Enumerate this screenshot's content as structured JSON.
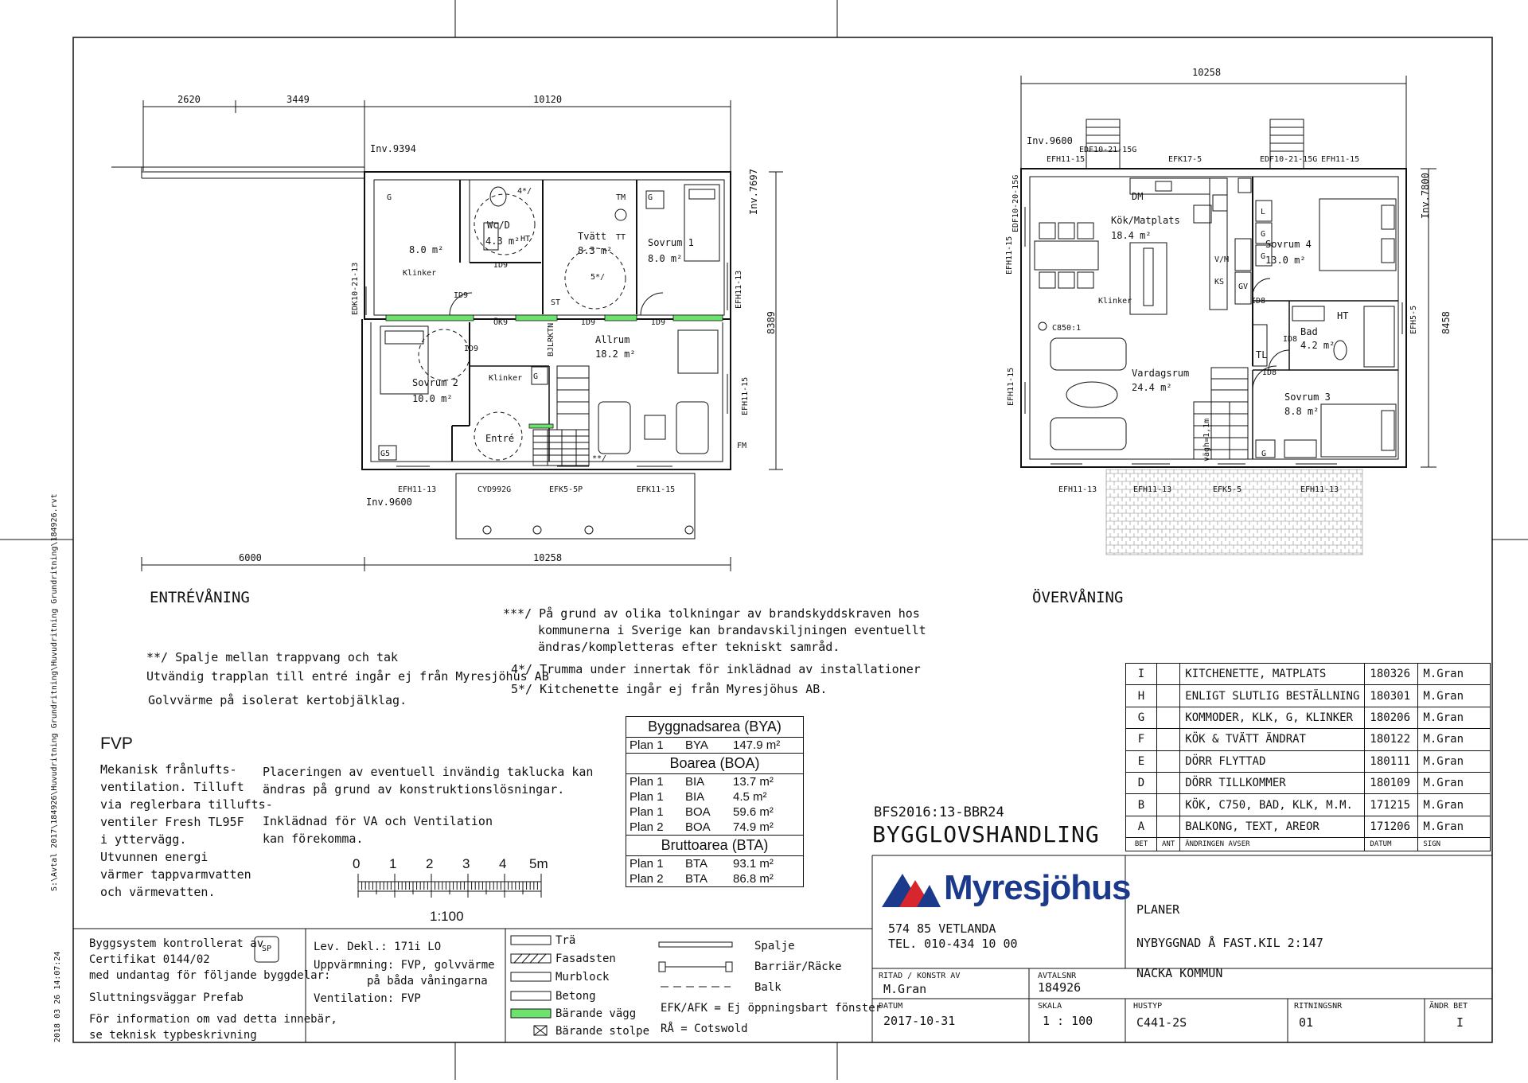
{
  "floor_left": {
    "title": "ENTRÉVÅNING",
    "dims": {
      "d2620": "2620",
      "d3449": "3449",
      "d10120": "10120",
      "d6000": "6000",
      "d10258": "10258",
      "d8389": "8389"
    },
    "inv_top": "Inv.9394",
    "inv_bottom": "Inv.9600",
    "inv_right": "Inv.7697",
    "rooms": {
      "room8_area": "8.0 m²",
      "klinker1": "Klinker",
      "wc_name": "Wc/D",
      "wc_area": "4.3 m²",
      "tvatt_name": "Tvätt",
      "tvatt_area": "8.3 m²",
      "sovrum1_name": "Sovrum 1",
      "sovrum1_area": "8.0 m²",
      "sovrum2_name": "Sovrum 2",
      "sovrum2_area": "10.0 m²",
      "allrum_name": "Allrum",
      "allrum_area": "18.2 m²",
      "entre": "Entré",
      "klinker2": "Klinker"
    },
    "tags": [
      "G",
      "G",
      "G5",
      "ID9",
      "ID9",
      "ID9",
      "ID9",
      "ID9",
      "ÖK9",
      "HT",
      "ST",
      "G",
      "TT",
      "TM",
      "CYD992G",
      "EFH11-13",
      "EFK5-5P",
      "EFK11-15",
      "EFH11-13",
      "EFH11-15",
      "EDK10-21-13",
      "BJLRKTN",
      "FM",
      "4*/",
      "5*/",
      "**/"
    ]
  },
  "floor_right": {
    "title": "ÖVERVÅNING",
    "dims": {
      "d10258": "10258",
      "d8458": "8458"
    },
    "inv_top": "Inv.9600",
    "inv_right": "Inv.7800",
    "rooms": {
      "kok_name": "Kök/Matplats",
      "kok_area": "18.4 m²",
      "klinker": "Klinker",
      "sovrum4_name": "Sovrum 4",
      "sovrum4_area": "13.0 m²",
      "bad_name": "Bad",
      "bad_area": "4.2 m²",
      "vardagsrum_name": "Vardagsrum",
      "vardagsrum_area": "24.4 m²",
      "sovrum3_name": "Sovrum 3",
      "sovrum3_area": "8.8 m²",
      "dm": "DM"
    },
    "tags": [
      "EFH11-15",
      "EDF10-21-15G",
      "EFK17-5",
      "EDF10-21-15G",
      "EFH11-15",
      "EDF10-20-15G",
      "EFH11-15",
      "EFH11-15",
      "EFH5-5",
      "EFH11-13",
      "EFH11-13",
      "EFK5-5",
      "EFH11-13",
      "C850:1",
      "ID8",
      "ID8",
      "ID8",
      "TL",
      "HT",
      "G",
      "L",
      "G",
      "G",
      "V/M",
      "KS",
      "GV",
      "vägh=1,1m"
    ]
  },
  "notes": {
    "n1": "**/ Spalje mellan trappvang och tak",
    "n2": "Utvändig trapplan till entré ingår ej från Myresjöhus AB",
    "n3": "Golvvärme på isolerat kertobjälklag.",
    "n4a": "***/ På grund av olika tolkningar av brandskyddskraven hos",
    "n4b": "kommunerna i Sverige kan brandavskiljningen eventuellt",
    "n4c": "ändras/kompletteras efter tekniskt samråd.",
    "n5": "4*/ Trumma under innertak för inklädnad av installationer",
    "n6": "5*/ Kitchenette ingår ej från Myresjöhus AB."
  },
  "fvp": {
    "title": "FVP",
    "lines": [
      "Mekanisk frånlufts-",
      "ventilation. Tilluft",
      "via reglerbara tillufts-",
      "ventiler Fresh TL95F",
      "i yttervägg.",
      "Utvunnen energi",
      "värmer tappvarmvatten",
      "och värmevatten."
    ]
  },
  "placering": {
    "l1": "Placeringen av eventuell invändig taklucka kan",
    "l2": "ändras på grund av konstruktionslösningar.",
    "l3": "Inklädnad för VA och Ventilation",
    "l4": "kan förekomma."
  },
  "scale_bar": {
    "ticks": [
      "0",
      "1",
      "2",
      "3",
      "4",
      "5m"
    ],
    "label": "1:100"
  },
  "areas": {
    "bya_title": "Byggnadsarea (BYA)",
    "bya": [
      [
        "Plan 1",
        "BYA",
        "147.9 m²"
      ]
    ],
    "boa_title": "Boarea (BOA)",
    "boa": [
      [
        "Plan 1",
        "BIA",
        "13.7 m²"
      ],
      [
        "Plan 1",
        "BIA",
        "4.5 m²"
      ],
      [
        "Plan 1",
        "BOA",
        "59.6 m²"
      ],
      [
        "Plan 2",
        "BOA",
        "74.9 m²"
      ]
    ],
    "bta_title": "Bruttoarea (BTA)",
    "bta": [
      [
        "Plan 1",
        "BTA",
        "93.1 m²"
      ],
      [
        "Plan 2",
        "BTA",
        "86.8 m²"
      ]
    ]
  },
  "revisions": {
    "rows": [
      [
        "I",
        "",
        "KITCHENETTE, MATPLATS",
        "180326",
        "M.Gran"
      ],
      [
        "H",
        "",
        "ENLIGT SLUTLIG BESTÄLLNING",
        "180301",
        "M.Gran"
      ],
      [
        "G",
        "",
        "KOMMODER, KLK, G, KLINKER",
        "180206",
        "M.Gran"
      ],
      [
        "F",
        "",
        "KÖK & TVÄTT ÄNDRAT",
        "180122",
        "M.Gran"
      ],
      [
        "E",
        "",
        "DÖRR FLYTTAD",
        "180111",
        "M.Gran"
      ],
      [
        "D",
        "",
        "DÖRR TILLKOMMER",
        "180109",
        "M.Gran"
      ],
      [
        "B",
        "",
        "KÖK, C750, BAD, KLK, M.M.",
        "171215",
        "M.Gran"
      ],
      [
        "A",
        "",
        "BALKONG, TEXT, AREOR",
        "171206",
        "M.Gran"
      ]
    ],
    "header": [
      "BET",
      "ANT",
      "ÄNDRINGEN AVSER",
      "DATUM",
      "SIGN"
    ]
  },
  "titleblock": {
    "bfs": "BFS2016:13-BBR24",
    "bygglov": "BYGGLOVSHANDLING",
    "company": "Myresjöhus",
    "address1": "574 85 VETLANDA",
    "address2": "TEL. 010-434 10 00",
    "planer": "PLANER",
    "project": "NYBYGGNAD Å FAST.KIL 2:147",
    "kommun": "NACKA KOMMUN",
    "ritad_label": "RITAD / KONSTR AV",
    "ritad": "M.Gran",
    "avtal_label": "AVTALSNR",
    "avtal": "184926",
    "datum_label": "DATUM",
    "datum": "2017-10-31",
    "skala_label": "SKALA",
    "skala": "1 : 100",
    "hustyp_label": "HUSTYP",
    "hustyp": "C441-2S",
    "ritnr_label": "RITNINGSNR",
    "ritnr": "01",
    "andr_label": "ÄNDR BET",
    "andr": "I"
  },
  "certificate": {
    "l1": "Byggsystem kontrollerat av",
    "l2": "Certifikat 0144/02",
    "l3": "med undantag för följande byggdelar:",
    "l4": "Sluttningsväggar Prefab",
    "l5": "För information om vad detta innebär,",
    "l6": "se teknisk typbeskrivning",
    "badge": "SP"
  },
  "levinfo": {
    "l1": "Lev. Dekl.:       171i LO",
    "l2": "Uppvärmning: FVP, golvvärme",
    "l3": "på båda våningarna",
    "l4": "Ventilation:  FVP"
  },
  "legend": {
    "items": [
      "Trä",
      "Fasadsten",
      "Murblock",
      "Betong",
      "Bärande vägg",
      "Bärande stolpe"
    ],
    "right": [
      "Spalje",
      "Barriär/Räcke",
      "Balk"
    ],
    "efk": "EFK/AFK = Ej öppningsbart fönster",
    "ra": "RÅ   = Cotswold"
  },
  "side_text": {
    "path": "S:\\Avtal 2017\\184926\\Huvudritning Grundritning\\Huvudritning  Grundritning\\184926.rvt",
    "stamp": "2018 03 26 14:07:24"
  },
  "colors": {
    "bearing_wall": "#6de36d",
    "ink": "#111111",
    "logo_blue": "#1b3a8c",
    "logo_red": "#d7262e"
  }
}
